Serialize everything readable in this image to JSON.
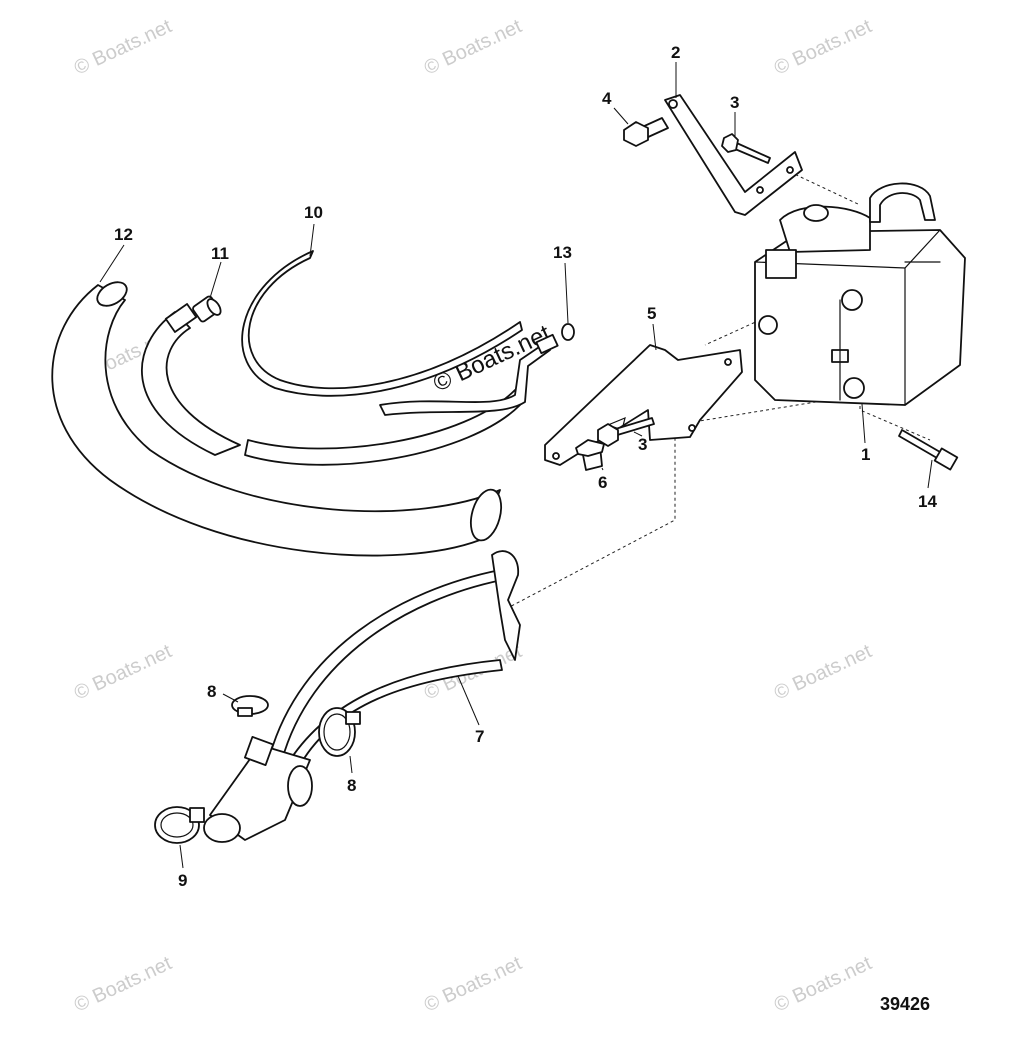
{
  "callouts": [
    {
      "id": "c1",
      "label": "1"
    },
    {
      "id": "c2",
      "label": "2"
    },
    {
      "id": "c3a",
      "label": "3"
    },
    {
      "id": "c3b",
      "label": "3"
    },
    {
      "id": "c4",
      "label": "4"
    },
    {
      "id": "c5",
      "label": "5"
    },
    {
      "id": "c6",
      "label": "6"
    },
    {
      "id": "c7",
      "label": "7"
    },
    {
      "id": "c8a",
      "label": "8"
    },
    {
      "id": "c8b",
      "label": "8"
    },
    {
      "id": "c9",
      "label": "9"
    },
    {
      "id": "c10",
      "label": "10"
    },
    {
      "id": "c11",
      "label": "11"
    },
    {
      "id": "c12",
      "label": "12"
    },
    {
      "id": "c13",
      "label": "13"
    },
    {
      "id": "c14",
      "label": "14"
    }
  ],
  "watermark_text": "© Boats.net",
  "figure_number": "39426"
}
